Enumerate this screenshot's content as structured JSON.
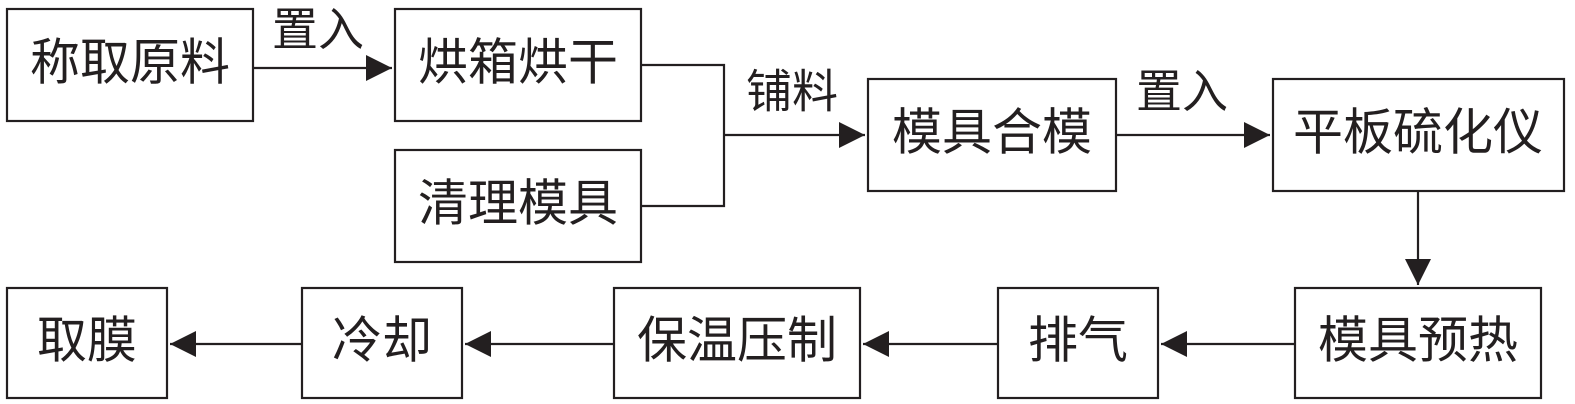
{
  "colors": {
    "line": "#231f20",
    "background": "#ffffff"
  },
  "nodes": {
    "weigh": "称取原料",
    "dry": "烘箱烘干",
    "clean": "清理模具",
    "close_mold": "模具合模",
    "press": "平板硫化仪",
    "preheat": "模具预热",
    "exhaust": "排气",
    "hold_press": "保温压制",
    "cool": "冷却",
    "remove": "取膜"
  },
  "edges": {
    "weigh_to_dry": "置入",
    "to_close_mold": "铺料",
    "close_to_press": "置入"
  }
}
